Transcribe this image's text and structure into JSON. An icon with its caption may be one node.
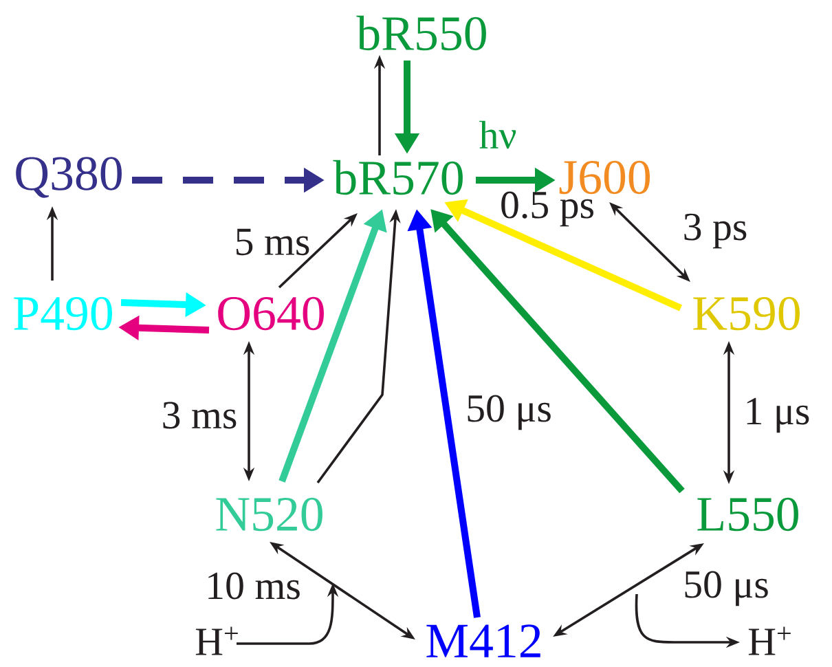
{
  "diagram": {
    "nodes": [
      {
        "text": [
          "bR550"
        ]
      },
      {
        "text": [
          "Q380"
        ]
      },
      {
        "text": [
          "bR570"
        ]
      },
      {
        "text": [
          "J600"
        ]
      },
      {
        "text": [
          "P490"
        ]
      },
      {
        "text": [
          "O640"
        ]
      },
      {
        "text": [
          "K590"
        ]
      },
      {
        "text": [
          "N520"
        ]
      },
      {
        "text": [
          "L550"
        ]
      },
      {
        "text": [
          "M412"
        ]
      },
      {
        "text": [
          "H$^{+}$"
        ]
      },
      {
        "text": [
          "H$^{+}$"
        ]
      }
    ],
    "edges": [
      {
        "from": 2,
        "to": 0,
        "arrow": "to"
      },
      {
        "from": 0,
        "to": 2,
        "arrow": "to",
        "style": "thick",
        "color": "#0a9a3c"
      },
      {
        "from": 1,
        "to": 2,
        "arrow": "to",
        "style": "dashed",
        "color": "#35318a"
      },
      {
        "from": 2,
        "to": 3,
        "arrow": "to",
        "style": "thick",
        "color": "#0a9a3c",
        "label": "hν"
      },
      {
        "from": 3,
        "to": 6,
        "arrow": "both",
        "label": "3 ps"
      },
      {
        "from": 6,
        "to": 2,
        "arrow": "to",
        "style": "thick",
        "color": "#ffee00"
      },
      {
        "from": 6,
        "to": 8,
        "arrow": "both",
        "label": "1  μs"
      },
      {
        "from": 8,
        "to": 2,
        "arrow": "to",
        "style": "thick",
        "color": "#0a9a3c"
      },
      {
        "from": 8,
        "to": 9,
        "arrow": "both",
        "label": "50 μs"
      },
      {
        "from": 9,
        "to": 2,
        "arrow": "to",
        "style": "thick",
        "color": "#0000ff",
        "label": "50 μs"
      },
      {
        "from": 7,
        "to": 9,
        "arrow": "both",
        "label": "10 ms"
      },
      {
        "from": 7,
        "to": 2,
        "arrow": "to",
        "style": "thick",
        "color": "#33cc99"
      },
      {
        "from": 7,
        "to": 2,
        "arrow": "to"
      },
      {
        "from": 5,
        "to": 7,
        "arrow": "both",
        "label": "3 ms"
      },
      {
        "from": 5,
        "to": 2,
        "arrow": "to",
        "label": "5 ms"
      },
      {
        "from": 4,
        "to": 5,
        "arrow": "to",
        "style": "thick",
        "color": "#00ffff"
      },
      {
        "from": 5,
        "to": 4,
        "arrow": "to",
        "style": "thick",
        "color": "#e4007f"
      },
      {
        "from": 4,
        "to": 1,
        "arrow": "to"
      },
      {
        "from": 10,
        "to": null,
        "arrow": "to"
      },
      {
        "from": null,
        "to": 11,
        "arrow": "to"
      }
    ],
    "labels": [
      "0.5 ps"
    ]
  }
}
